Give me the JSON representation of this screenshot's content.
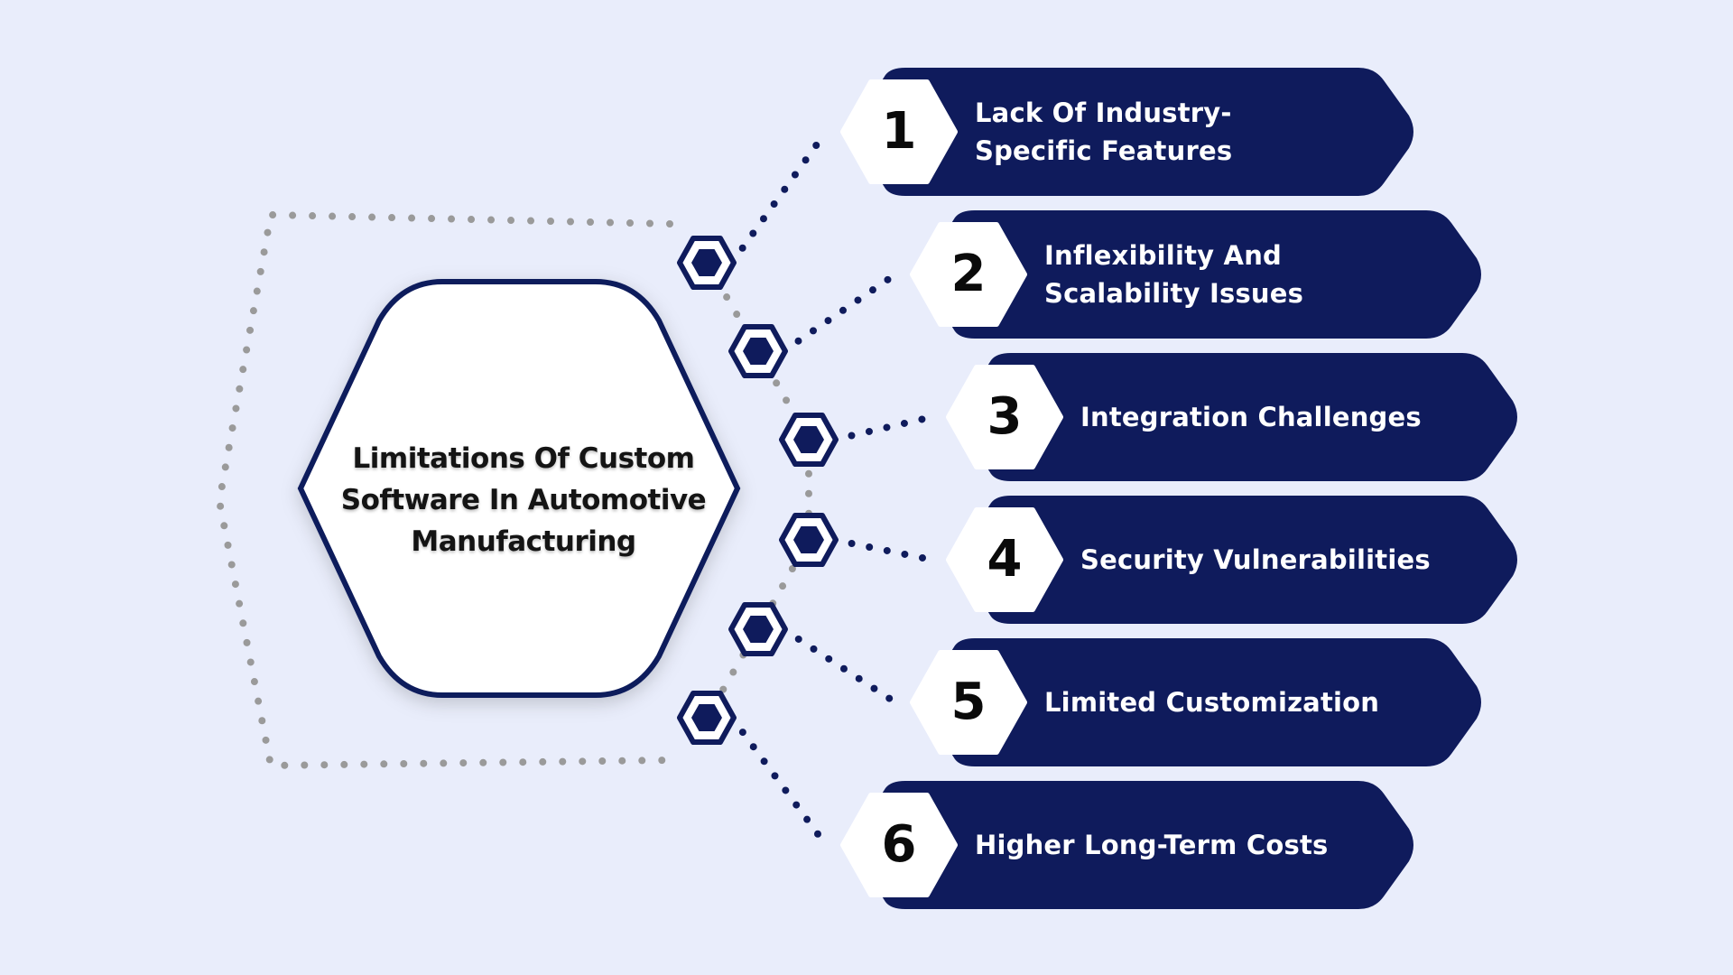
{
  "title": "Limitations Of Custom Software In Automotive Manufacturing",
  "colors": {
    "background": "#e9edfb",
    "navy": "#0f1b5c",
    "white": "#ffffff",
    "dots_gray": "#9a9a9a"
  },
  "items": [
    {
      "number": "1",
      "label_lines": [
        "Lack Of Industry-",
        "Specific Features"
      ]
    },
    {
      "number": "2",
      "label_lines": [
        "Inflexibility And",
        "Scalability Issues"
      ]
    },
    {
      "number": "3",
      "label_lines": [
        "Integration Challenges"
      ]
    },
    {
      "number": "4",
      "label_lines": [
        "Security Vulnerabilities"
      ]
    },
    {
      "number": "5",
      "label_lines": [
        "Limited Customization"
      ]
    },
    {
      "number": "6",
      "label_lines": [
        "Higher Long-Term Costs"
      ]
    }
  ]
}
